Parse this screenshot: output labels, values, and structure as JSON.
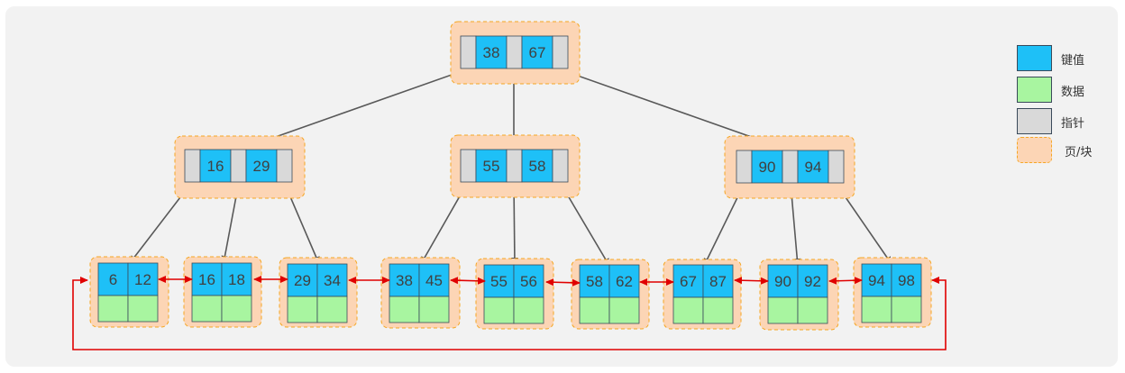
{
  "colors": {
    "background": "#f2f2f2",
    "page_fill": "#fcd5b5",
    "page_border": "#f5a623",
    "key_fill": "#1ec0f7",
    "key_border": "#3a4a5a",
    "data_fill": "#a8f5a0",
    "pointer_fill": "#d9d9d9",
    "tree_arrow": "#595959",
    "leaf_link": "#e00000",
    "text": "#404040"
  },
  "tree": {
    "root": {
      "keys": [
        "38",
        "67"
      ]
    },
    "internal": [
      {
        "keys": [
          "16",
          "29"
        ]
      },
      {
        "keys": [
          "55",
          "58"
        ]
      },
      {
        "keys": [
          "90",
          "94"
        ]
      }
    ],
    "leaves": [
      {
        "keys": [
          "6",
          "12"
        ]
      },
      {
        "keys": [
          "16",
          "18"
        ]
      },
      {
        "keys": [
          "29",
          "34"
        ]
      },
      {
        "keys": [
          "38",
          "45"
        ]
      },
      {
        "keys": [
          "55",
          "56"
        ]
      },
      {
        "keys": [
          "58",
          "62"
        ]
      },
      {
        "keys": [
          "67",
          "87"
        ]
      },
      {
        "keys": [
          "90",
          "92"
        ]
      },
      {
        "keys": [
          "94",
          "98"
        ]
      }
    ]
  },
  "legend": [
    {
      "label": "键值",
      "kind": "key"
    },
    {
      "label": "数据",
      "kind": "data"
    },
    {
      "label": "指针",
      "kind": "pointer"
    },
    {
      "label": "页/块",
      "kind": "page"
    }
  ]
}
